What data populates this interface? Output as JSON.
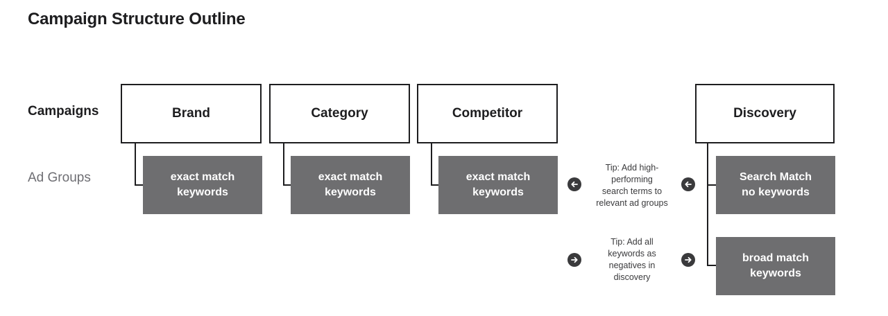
{
  "title": "Campaign Structure Outline",
  "rows": {
    "campaigns": "Campaigns",
    "ad_groups": "Ad Groups"
  },
  "campaigns": [
    {
      "name": "Brand",
      "ad_group": [
        "exact match",
        "keywords"
      ]
    },
    {
      "name": "Category",
      "ad_group": [
        "exact match",
        "keywords"
      ]
    },
    {
      "name": "Competitor",
      "ad_group": [
        "exact match",
        "keywords"
      ]
    },
    {
      "name": "Discovery",
      "ad_groups": [
        [
          "Search Match",
          "no keywords"
        ],
        [
          "broad match",
          "keywords"
        ]
      ]
    }
  ],
  "tips": [
    {
      "lines": [
        "Tip: Add high-",
        "performing",
        "search terms to",
        "relevant ad groups"
      ],
      "arrow": "left",
      "icon": "arrow-left-icon"
    },
    {
      "lines": [
        "Tip: Add all",
        "keywords as",
        "negatives in",
        "discovery"
      ],
      "arrow": "right",
      "icon": "arrow-right-icon"
    }
  ],
  "colors": {
    "ad_group_fill": "#6e6e70",
    "border": "#1d1d1f",
    "muted_label": "#6e6e73"
  }
}
